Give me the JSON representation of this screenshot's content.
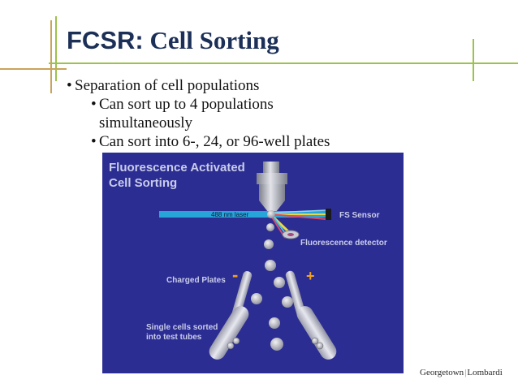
{
  "slide": {
    "title_prefix": "FCSR:",
    "title_main": "Cell Sorting",
    "bullets": [
      {
        "bullet": "•",
        "text": "Separation of cell populations"
      },
      {
        "bullet": "•",
        "text": "Can sort up to 4 populations simultaneously"
      },
      {
        "bullet": "•",
        "text": "Can sort into 6-, 24, or 96-well plates"
      }
    ],
    "colors": {
      "title": "#1b2f57",
      "accent_green": "#9cc14c",
      "accent_tan": "#c8a45c",
      "panel": "#2c2d93",
      "laser": "#27a5d9",
      "sign": "#f2a11f"
    }
  },
  "diagram": {
    "title_line1": "Fluorescence Activated",
    "title_line2": "Cell Sorting",
    "laser_label": "488 nm laser",
    "fs_sensor": "FS Sensor",
    "fluorescence_detector": "Fluorescence detector",
    "charged_plates": "Charged Plates",
    "minus": "-",
    "plus": "+",
    "sorted_line1": "Single cells sorted",
    "sorted_line2": "into test tubes"
  },
  "logo": {
    "left": "Georgetown",
    "separator": "|",
    "right": "Lombardi"
  }
}
